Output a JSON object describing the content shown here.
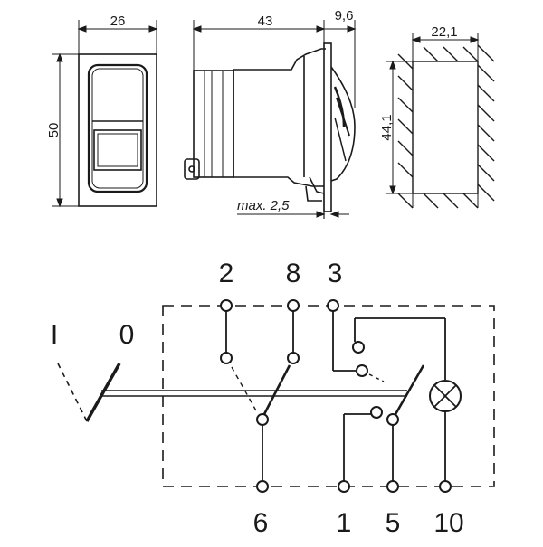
{
  "drawing": {
    "front_view": {
      "width_label": "26",
      "height_label": "50"
    },
    "side_view": {
      "length_label": "43",
      "depth_label": "9,6",
      "panel_label": "max. 2,5"
    },
    "cutout": {
      "width_label": "22,1",
      "height_label": "44,1"
    }
  },
  "schematic": {
    "positions": {
      "off": "I",
      "on": "0"
    },
    "top_pins": [
      "2",
      "8",
      "3"
    ],
    "bottom_pins": [
      "6",
      "1",
      "5",
      "10"
    ]
  },
  "colors": {
    "line": "#1a1a1a",
    "background": "#ffffff"
  }
}
